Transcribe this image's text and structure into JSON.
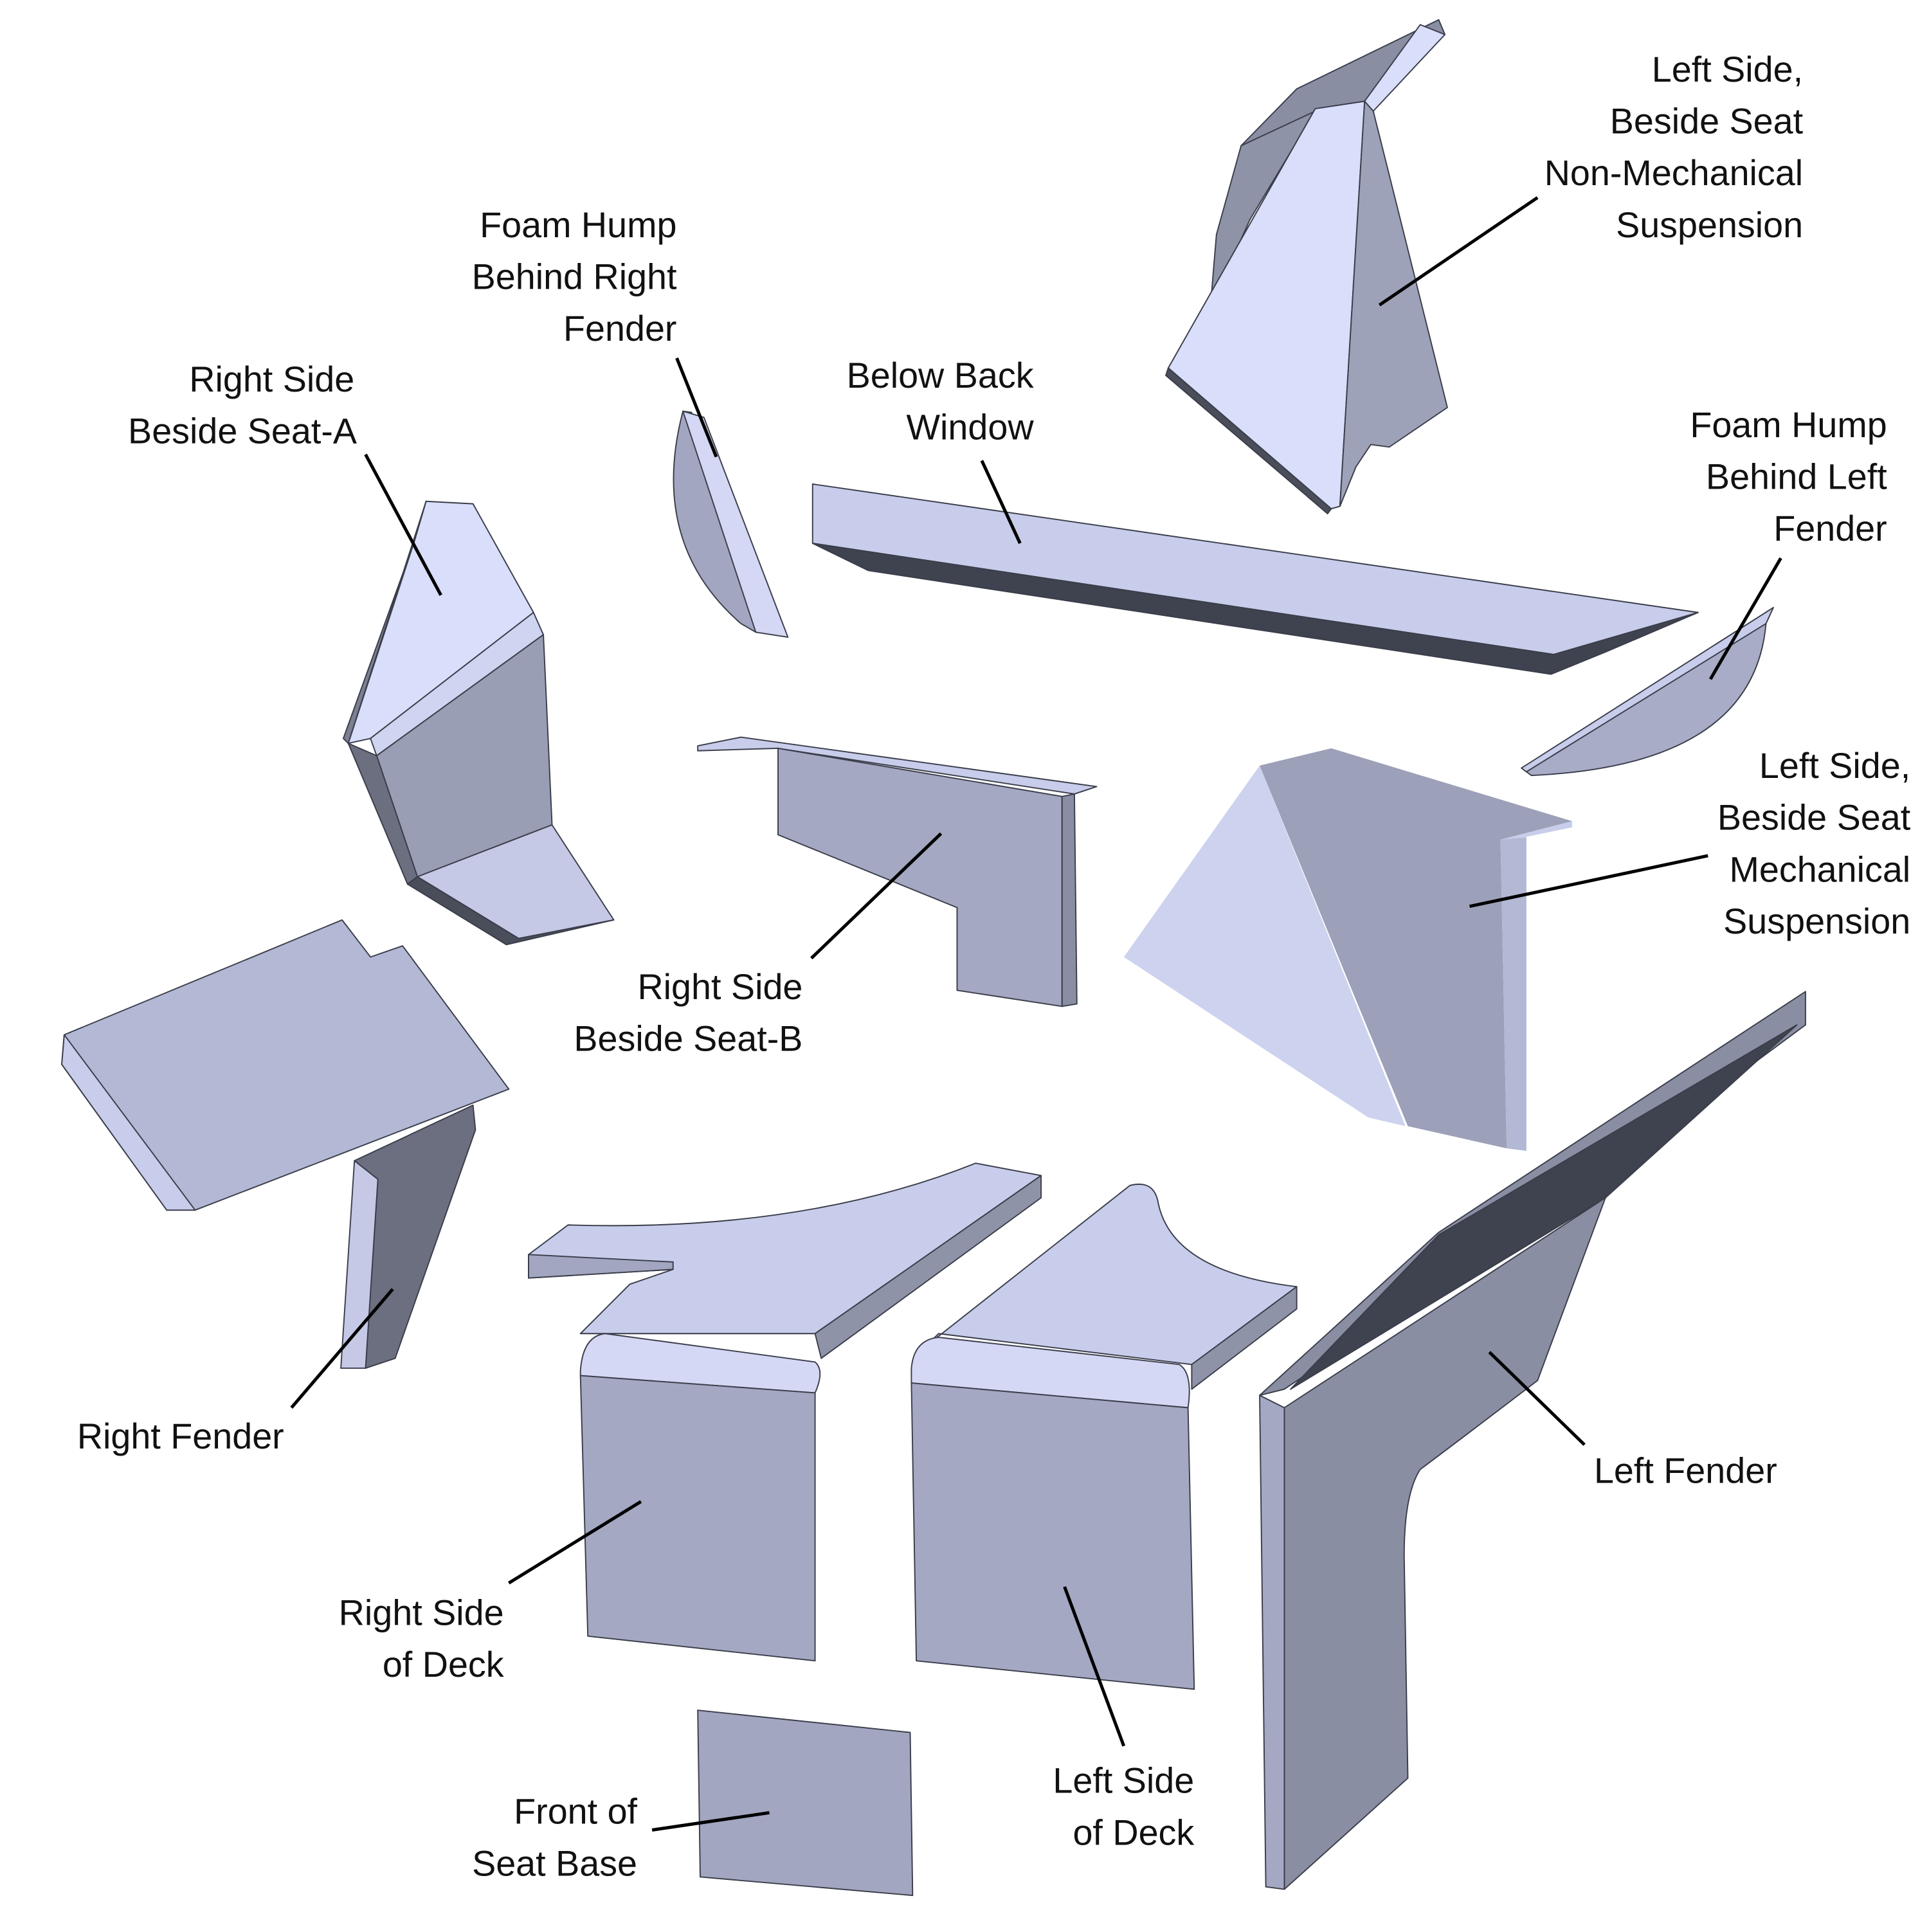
{
  "title": "Exploded view of sound-deadening foam panels",
  "colors": {
    "face_light": "#d9defa",
    "face_mid": "#c8cdeb",
    "face_soft": "#b3b8d4",
    "face_gray": "#a2a6c0",
    "face_dark": "#8a8ea3",
    "face_shadow": "#6b6f80",
    "edge_dark": "#3f424f",
    "label": "#111111",
    "background": "#ffffff"
  },
  "labels": {
    "left_side_non_mech": [
      "Left Side,",
      "Beside Seat",
      "Non-Mechanical",
      "Suspension"
    ],
    "foam_hump_right": [
      "Foam Hump",
      "Behind Right",
      "Fender"
    ],
    "right_side_seat_a": [
      "Right Side",
      "Beside Seat-A"
    ],
    "below_back_window": [
      "Below Back",
      "Window"
    ],
    "foam_hump_left": [
      "Foam Hump",
      "Behind Left",
      "Fender"
    ],
    "left_side_mech": [
      "Left Side,",
      "Beside Seat",
      "Mechanical",
      "Suspension"
    ],
    "right_side_seat_b": [
      "Right Side",
      "Beside Seat-B"
    ],
    "right_fender": [
      "Right Fender"
    ],
    "left_fender": [
      "Left Fender"
    ],
    "right_side_deck": [
      "Right Side",
      "of Deck"
    ],
    "left_side_deck": [
      "Left Side",
      "of Deck"
    ],
    "front_seat_base": [
      "Front of",
      "Seat Base"
    ]
  }
}
